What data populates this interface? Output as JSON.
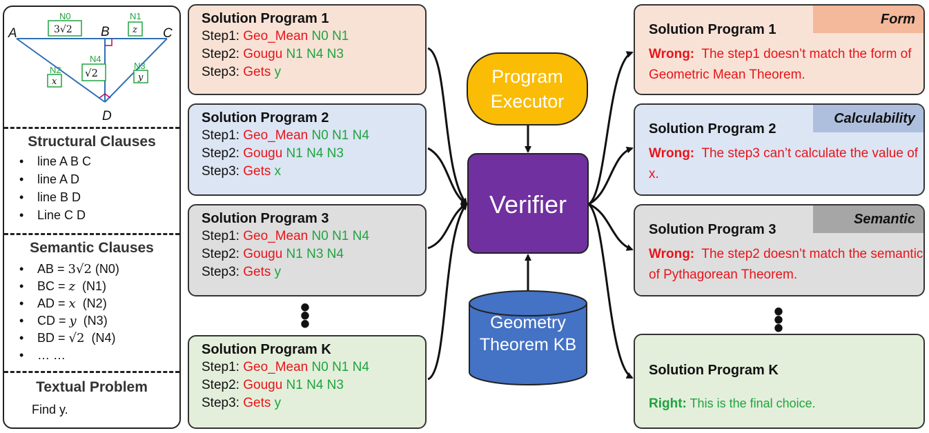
{
  "left_panel": {
    "figure": {
      "points": [
        "A",
        "B",
        "C",
        "D"
      ],
      "labels": [
        {
          "tag": "N0",
          "value": "3√2"
        },
        {
          "tag": "N1",
          "value": "z"
        },
        {
          "tag": "N2",
          "value": "x"
        },
        {
          "tag": "N3",
          "value": "y"
        },
        {
          "tag": "N4",
          "value": "√2"
        }
      ],
      "colors": {
        "tag_green": "#1fa33f",
        "line_blue": "#2f6fb5",
        "right_angle": "#c00060"
      }
    },
    "structural_title": "Structural Clauses",
    "structural_items": [
      "line A B C",
      "line A D",
      "line B D",
      "Line C D"
    ],
    "semantic_title": "Semantic Clauses",
    "semantic_items": [
      {
        "lhs": "AB = ",
        "math": "3√2",
        "tag": " (N0)"
      },
      {
        "lhs": "BC = ",
        "math": "z",
        "tag": "  (N1)"
      },
      {
        "lhs": "AD = ",
        "math": "x",
        "tag": "  (N2)"
      },
      {
        "lhs": "CD = ",
        "math": "y",
        "tag": "  (N3)"
      },
      {
        "lhs": "BD = ",
        "math": "√2",
        "tag": "  (N4)"
      },
      {
        "lhs": "… …",
        "math": "",
        "tag": ""
      }
    ],
    "textual_title": "Textual Problem",
    "textual_body": "Find y."
  },
  "programs": [
    {
      "title": "Solution Program 1",
      "bg": "#f8e2d6",
      "steps": [
        {
          "prefix": "Step1: ",
          "op": "Geo_Mean",
          "args": " N0 N1"
        },
        {
          "prefix": "Step2: ",
          "op": "Gougu",
          "args": " N1 N4 N3"
        },
        {
          "prefix": "Step3: ",
          "op": "Gets",
          "args": " y"
        }
      ]
    },
    {
      "title": "Solution Program 2",
      "bg": "#dce5f3",
      "steps": [
        {
          "prefix": "Step1: ",
          "op": "Geo_Mean",
          "args": " N0 N1 N4"
        },
        {
          "prefix": "Step2: ",
          "op": "Gougu",
          "args": " N1 N4 N3"
        },
        {
          "prefix": "Step3: ",
          "op": "Gets",
          "args": " x"
        }
      ]
    },
    {
      "title": "Solution Program 3",
      "bg": "#dedede",
      "steps": [
        {
          "prefix": "Step1: ",
          "op": "Geo_Mean",
          "args": " N0 N1 N4"
        },
        {
          "prefix": "Step2: ",
          "op": "Gougu",
          "args": " N1 N3 N4"
        },
        {
          "prefix": "Step3: ",
          "op": "Gets",
          "args": " y"
        }
      ]
    },
    {
      "title": "Solution Program K",
      "bg": "#e4efdb",
      "steps": [
        {
          "prefix": "Step1: ",
          "op": "Geo_Mean",
          "args": " N0 N1 N4"
        },
        {
          "prefix": "Step2: ",
          "op": "Gougu",
          "args": " N1 N4 N3"
        },
        {
          "prefix": "Step3: ",
          "op": "Gets",
          "args": " y"
        }
      ]
    }
  ],
  "center": {
    "executor": "Program Executor",
    "verifier": "Verifier",
    "kb": "Geometry Theorem KB",
    "colors": {
      "executor": "#fbbc05",
      "verifier": "#7030a0",
      "kb": "#4472c4"
    }
  },
  "results": [
    {
      "title": "Solution Program 1",
      "tag": "Form",
      "tag_bg": "#f4b89a",
      "bg": "#f8e2d6",
      "verdict": "Wrong:",
      "message": "The step1 doesn’t match the form of Geometric Mean Theorem."
    },
    {
      "title": "Solution Program 2",
      "tag": "Calculability",
      "tag_bg": "#aebfde",
      "bg": "#dce5f3",
      "verdict": "Wrong:",
      "message": "The step3 can’t calculate the value of x."
    },
    {
      "title": "Solution Program 3",
      "tag": "Semantic",
      "tag_bg": "#a6a6a6",
      "bg": "#dedede",
      "verdict": "Wrong:",
      "message": "The step2 doesn’t match the semantic of Pythagorean Theorem."
    },
    {
      "title": "Solution Program K",
      "tag": "",
      "tag_bg": "",
      "bg": "#e4efdb",
      "verdict": "Right:",
      "message": "This is the final choice."
    }
  ]
}
